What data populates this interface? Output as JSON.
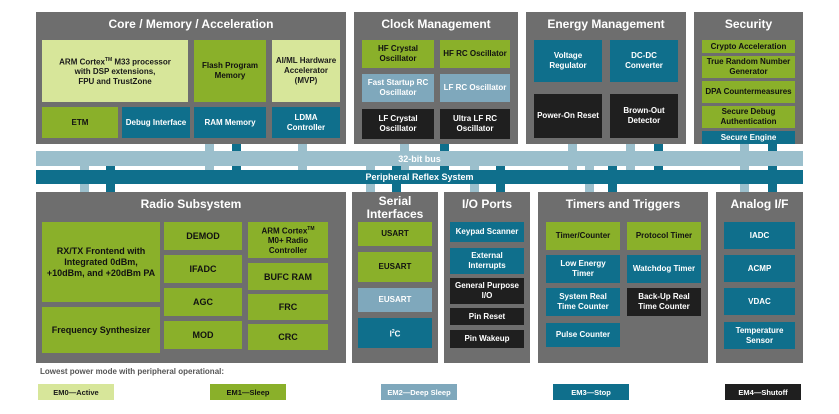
{
  "colors": {
    "panel": "#6e6e6e",
    "bus": "#9bbfcc",
    "reflex": "#0f6f8c",
    "em0": "#d7e69a",
    "em1": "#8ab02a",
    "em2": "#7fa8bc",
    "em3": "#0f6f8c",
    "em4": "#1f1f1f"
  },
  "core": {
    "title": "Core / Memory / Acceleration",
    "cpu_line1": "ARM Cortex",
    "cpu_tm": "TM",
    "cpu_line1b": " M33 processor",
    "cpu_line2": "with DSP extensions,",
    "cpu_line3": "FPU and TrustZone",
    "flash": "Flash Program Memory",
    "aiml": "AI/ML Hardware Accelerator (MVP)",
    "etm": "ETM",
    "debug": "Debug Interface",
    "ram": "RAM Memory",
    "ldma": "LDMA Controller"
  },
  "clock": {
    "title": "Clock Management",
    "hfxo": "HF Crystal Oscillator",
    "hfrco": "HF RC Oscillator",
    "fsrco": "Fast Startup RC Oscillator",
    "lfrco": "LF RC Oscillator",
    "lfxo": "LF Crystal Oscillator",
    "ulfrco": "Ultra LF RC Oscillator"
  },
  "energy": {
    "title": "Energy Management",
    "vreg": "Voltage Regulator",
    "dcdc": "DC-DC Converter",
    "por": "Power-On Reset",
    "bod": "Brown-Out Detector"
  },
  "security": {
    "title": "Security",
    "crypto": "Crypto Acceleration",
    "trng": "True Random Number Generator",
    "dpa": "DPA Countermeasures",
    "sdebug": "Secure Debug Authentication",
    "sengine": "Secure Engine"
  },
  "bus": {
    "label": "32-bit bus"
  },
  "reflex": {
    "label": "Peripheral Reflex System"
  },
  "radio": {
    "title": "Radio Subsystem",
    "frontend": "RX/TX Frontend with Integrated 0dBm, +10dBm, and +20dBm PA",
    "synth": "Frequency Synthesizer",
    "demod": "DEMOD",
    "ifadc": "IFADC",
    "agc": "AGC",
    "mod": "MOD",
    "m0_line1": "ARM Cortex",
    "m0_tm": "TM",
    "m0_line2": "M0+ Radio",
    "m0_line3": "Controller",
    "bufc": "BUFC RAM",
    "frc": "FRC",
    "crc": "CRC"
  },
  "serial": {
    "title_line1": "Serial",
    "title_line2": "Interfaces",
    "usart": "USART",
    "eusart1": "EUSART",
    "eusart2": "EUSART",
    "i2c": "I",
    "i2c_sup": "2",
    "i2c_tail": "C"
  },
  "io": {
    "title": "I/O Ports",
    "keypad": "Keypad Scanner",
    "extint": "External Interrupts",
    "gpio": "General Purpose I/O",
    "pinreset": "Pin Reset",
    "pinwakeup": "Pin Wakeup"
  },
  "timers": {
    "title": "Timers and Triggers",
    "timer": "Timer/Counter",
    "prot": "Protocol Timer",
    "letimer": "Low Energy Timer",
    "wdog": "Watchdog Timer",
    "sysrtc": "System Real Time Counter",
    "burtc": "Back-Up Real Time Counter",
    "pcnt": "Pulse Counter"
  },
  "analog": {
    "title": "Analog I/F",
    "iadc": "IADC",
    "acmp": "ACMP",
    "vdac": "VDAC",
    "temp": "Temperature Sensor"
  },
  "legend": {
    "title": "Lowest power mode with peripheral operational:",
    "em0": "EM0—Active",
    "em1": "EM1—Sleep",
    "em2": "EM2—Deep Sleep",
    "em3": "EM3—Stop",
    "em4": "EM4—Shutoff"
  }
}
